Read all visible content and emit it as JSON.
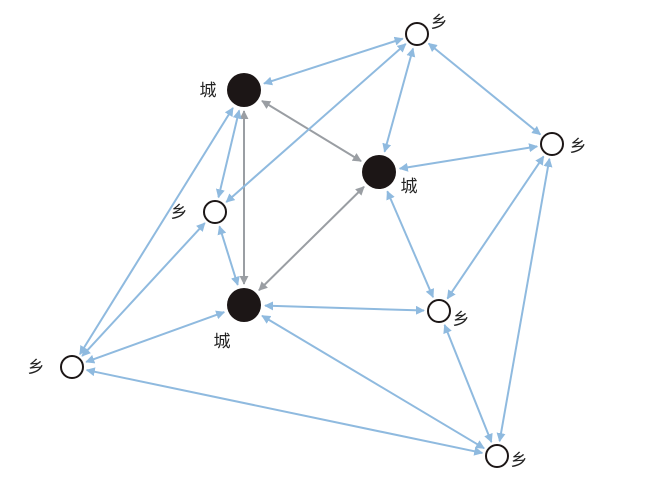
{
  "colors": {
    "rural_edge": "#8fbadf",
    "urban_edge": "#9a9ea3",
    "urban_node": "#1c1616",
    "rural_node_fill": "#ffffff",
    "rural_node_stroke": "#1c1616"
  },
  "nodes": [
    {
      "id": "c1",
      "type": "urban",
      "label": "城"
    },
    {
      "id": "c2",
      "type": "urban",
      "label": "城"
    },
    {
      "id": "c3",
      "type": "urban",
      "label": "城"
    },
    {
      "id": "r1",
      "type": "rural",
      "label": "乡"
    },
    {
      "id": "r2",
      "type": "rural",
      "label": "乡"
    },
    {
      "id": "r3",
      "type": "rural",
      "label": "乡"
    },
    {
      "id": "r4",
      "type": "rural",
      "label": "乡"
    },
    {
      "id": "r5",
      "type": "rural",
      "label": "乡"
    },
    {
      "id": "r6",
      "type": "rural",
      "label": "乡"
    }
  ],
  "edges": [
    {
      "from": "c1",
      "to": "c2",
      "kind": "urban"
    },
    {
      "from": "c1",
      "to": "c3",
      "kind": "urban"
    },
    {
      "from": "c2",
      "to": "c3",
      "kind": "urban"
    },
    {
      "from": "c1",
      "to": "r1",
      "kind": "rural"
    },
    {
      "from": "c1",
      "to": "r3",
      "kind": "rural"
    },
    {
      "from": "c1",
      "to": "r5",
      "kind": "rural"
    },
    {
      "from": "r1",
      "to": "c2",
      "kind": "rural"
    },
    {
      "from": "r1",
      "to": "r2",
      "kind": "rural"
    },
    {
      "from": "r1",
      "to": "r3",
      "kind": "rural"
    },
    {
      "from": "r2",
      "to": "c2",
      "kind": "rural"
    },
    {
      "from": "r2",
      "to": "r4",
      "kind": "rural"
    },
    {
      "from": "r2",
      "to": "r6",
      "kind": "rural"
    },
    {
      "from": "c2",
      "to": "r4",
      "kind": "rural"
    },
    {
      "from": "r3",
      "to": "c3",
      "kind": "rural"
    },
    {
      "from": "r3",
      "to": "r5",
      "kind": "rural"
    },
    {
      "from": "c3",
      "to": "r4",
      "kind": "rural"
    },
    {
      "from": "c3",
      "to": "r5",
      "kind": "rural"
    },
    {
      "from": "c3",
      "to": "r6",
      "kind": "rural"
    },
    {
      "from": "r4",
      "to": "r6",
      "kind": "rural"
    },
    {
      "from": "r5",
      "to": "r6",
      "kind": "rural"
    }
  ]
}
